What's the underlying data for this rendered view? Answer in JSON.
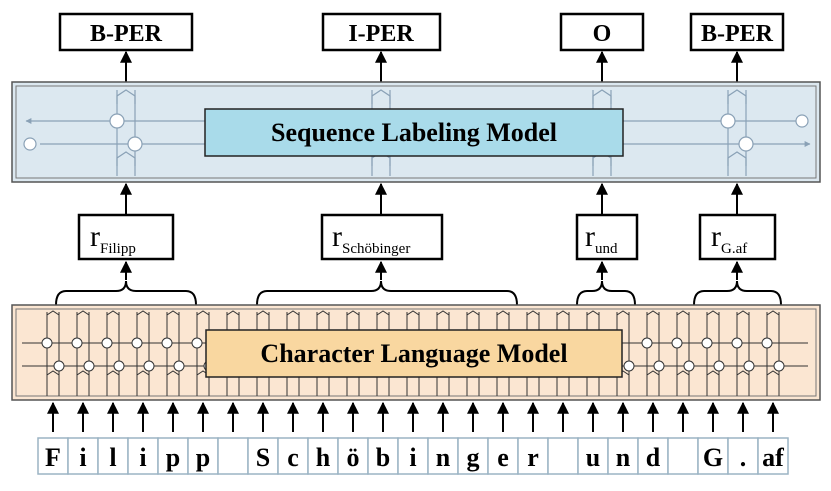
{
  "labels": [
    "B-PER",
    "I-PER",
    "O",
    "B-PER"
  ],
  "sequence_model": {
    "title": "Sequence Labeling Model"
  },
  "char_model": {
    "title": "Character Language Model"
  },
  "representations": [
    {
      "symbol": "r",
      "subscript": "Filipp"
    },
    {
      "symbol": "r",
      "subscript": "Schöbinger"
    },
    {
      "symbol": "r",
      "subscript": "und"
    },
    {
      "symbol": "r",
      "subscript": "G.af"
    }
  ],
  "characters": [
    "F",
    "i",
    "l",
    "i",
    "p",
    "p",
    " ",
    "S",
    "c",
    "h",
    "ö",
    "b",
    "i",
    "n",
    "g",
    "e",
    "r",
    " ",
    "u",
    "n",
    "d",
    " ",
    "G",
    ".",
    "af"
  ],
  "colors": {
    "sequence_band": "#dce8f0",
    "sequence_title_box": "#a9dbea",
    "char_band": "#fbe6d2",
    "char_title_box": "#f9d7a0",
    "lines": "#8aa1b6",
    "char_box_border": "#9bb4c4"
  }
}
